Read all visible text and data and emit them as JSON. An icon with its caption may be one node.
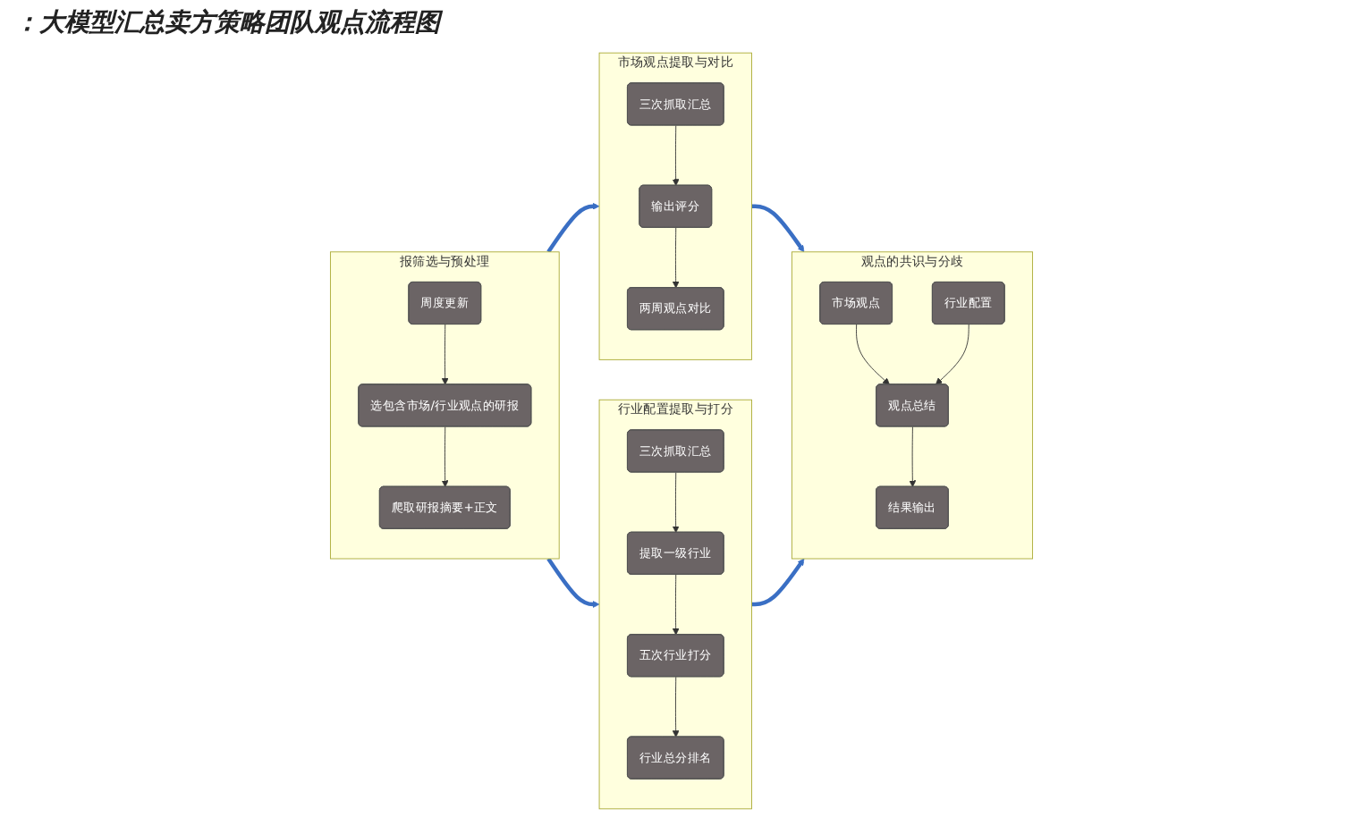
{
  "diagram": {
    "title": "：大模型汇总卖方策略团队观点流程图",
    "nodes": [
      {
        "text": [
          "报筛选与预处理"
        ]
      },
      {
        "text": [
          "周度更新"
        ],
        "in": 0
      },
      {
        "text": [
          "选包含市场/行业观点的研报"
        ],
        "in": 0
      },
      {
        "text": [
          "爬取研报摘要+正文"
        ],
        "in": 0
      },
      {
        "text": [
          "市场观点提取与对比"
        ]
      },
      {
        "text": [
          "三次抓取汇总"
        ],
        "in": 4
      },
      {
        "text": [
          "输出评分"
        ],
        "in": 4
      },
      {
        "text": [
          "两周观点对比"
        ],
        "in": 4
      },
      {
        "text": [
          "行业配置提取与打分"
        ]
      },
      {
        "text": [
          "三次抓取汇总"
        ],
        "in": 8
      },
      {
        "text": [
          "提取一级行业"
        ],
        "in": 8
      },
      {
        "text": [
          "五次行业打分"
        ],
        "in": 8
      },
      {
        "text": [
          "行业总分排名"
        ],
        "in": 8
      },
      {
        "text": [
          "观点的共识与分歧"
        ]
      },
      {
        "text": [
          "市场观点"
        ],
        "in": 13
      },
      {
        "text": [
          "行业配置"
        ],
        "in": 13
      },
      {
        "text": [
          "观点总结"
        ],
        "in": 13
      },
      {
        "text": [
          "结果输出"
        ],
        "in": 13
      }
    ],
    "edges": [
      {
        "from": 1,
        "to": 2,
        "arrow": "to"
      },
      {
        "from": 2,
        "to": 3,
        "arrow": "to"
      },
      {
        "from": 0,
        "to": 4,
        "arrow": "to",
        "style": "thick",
        "color": "#3a6fc4"
      },
      {
        "from": 0,
        "to": 8,
        "arrow": "to",
        "style": "thick",
        "color": "#3a6fc4"
      },
      {
        "from": 5,
        "to": 6,
        "arrow": "to"
      },
      {
        "from": 6,
        "to": 7,
        "arrow": "to"
      },
      {
        "from": 9,
        "to": 10,
        "arrow": "to"
      },
      {
        "from": 10,
        "to": 11,
        "arrow": "to"
      },
      {
        "from": 11,
        "to": 12,
        "arrow": "to"
      },
      {
        "from": 4,
        "to": 13,
        "arrow": "to",
        "style": "thick",
        "color": "#3a6fc4"
      },
      {
        "from": 8,
        "to": 13,
        "arrow": "to",
        "style": "thick",
        "color": "#3a6fc4"
      },
      {
        "from": 14,
        "to": 16,
        "arrow": "to"
      },
      {
        "from": 15,
        "to": 16,
        "arrow": "to"
      },
      {
        "from": 16,
        "to": 17,
        "arrow": "to"
      }
    ]
  }
}
